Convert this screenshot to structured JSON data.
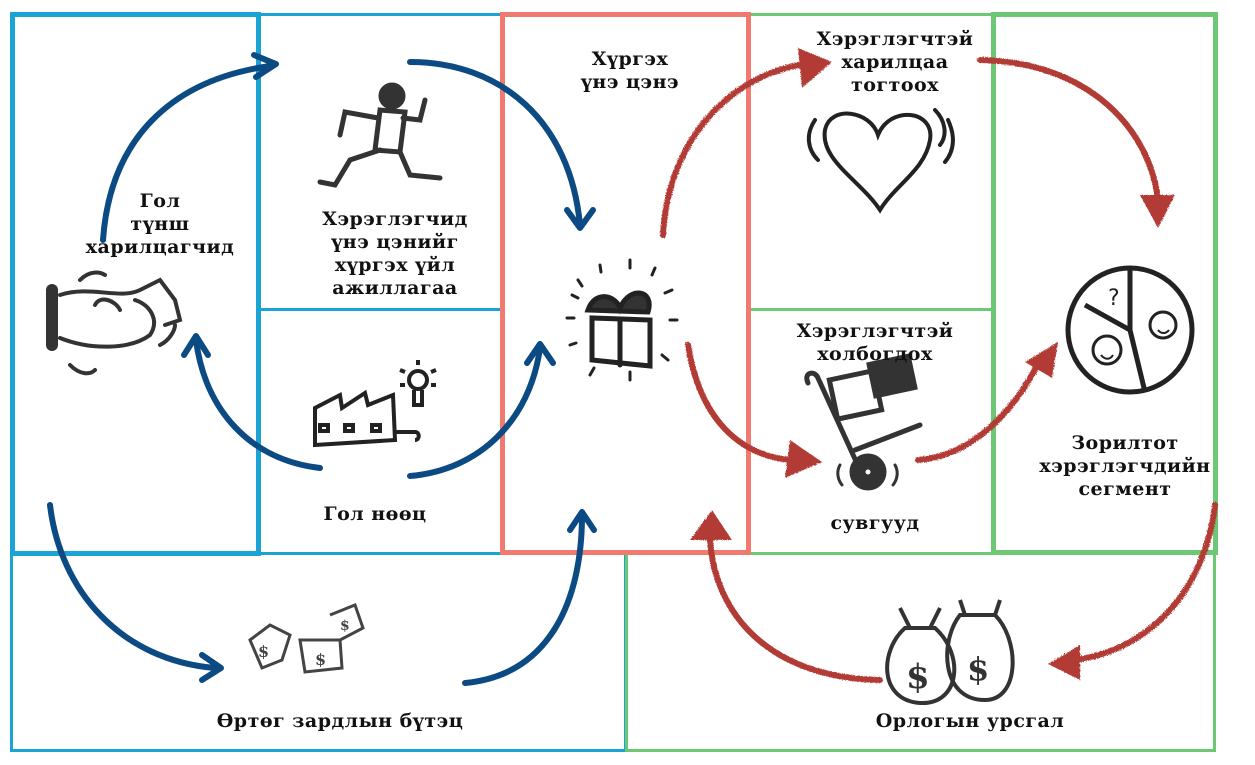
{
  "diagram": {
    "type": "business-model-canvas",
    "colors": {
      "partner_border": "#1aa3d4",
      "value_border": "#f07a70",
      "customer_border": "#6cc874",
      "blue_arrow": "#0b4a82",
      "red_arrow": "#b33a36"
    },
    "blocks": {
      "key_partners": {
        "label": "Гол\nтүнш\nхарилцагчид",
        "icon": "handshake-icon"
      },
      "key_activities": {
        "label": "Хэрэглэгчид\nүнэ цэнийг\nхүргэх үйл\nажиллагаа",
        "icon": "runner-icon"
      },
      "key_resources": {
        "label": "Гол нөөц",
        "icon": "factory-lightbulb-icon"
      },
      "value_proposition": {
        "label": "Хүргэх\nүнэ цэнэ",
        "icon": "gift-icon"
      },
      "customer_relationships": {
        "label": "Хэрэглэгчтэй\nхарилцаа\nтогтоох",
        "icon": "heart-icon"
      },
      "channels": {
        "label_top": "Хэрэглэгчтэй\nхолбогдох",
        "label_bottom": "сувгууд",
        "icon": "hand-truck-icon"
      },
      "customer_segments": {
        "label": "Зорилтот\nхэрэглэгчдийн\nсегмент",
        "icon": "pie-people-icon"
      },
      "cost_structure": {
        "label": "Өртөг зардлын бүтэц",
        "icon": "price-tags-icon"
      },
      "revenue_streams": {
        "label": "Орлогын урсгал",
        "icon": "money-bags-icon"
      }
    }
  }
}
